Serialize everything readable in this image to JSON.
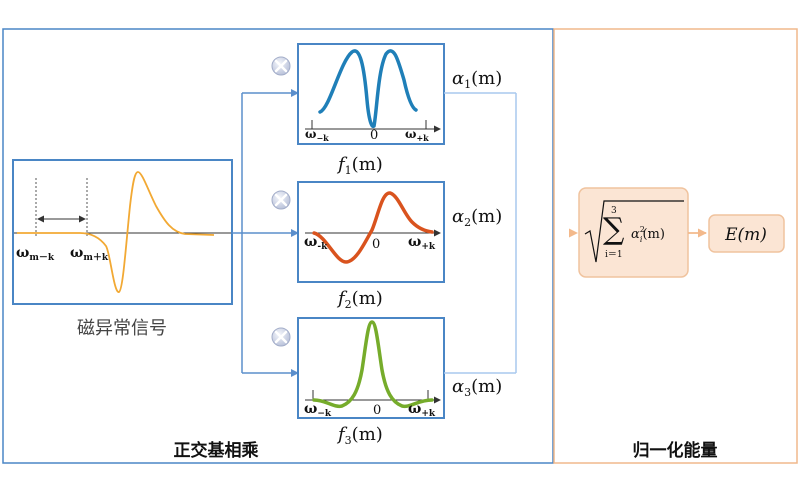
{
  "sections": {
    "left_title": "正交基相乘",
    "right_title": "归一化能量"
  },
  "input": {
    "caption": "磁异常信号",
    "omega": "ω",
    "sub_minus": "m－k",
    "sub_plus": "m＋k"
  },
  "basis": [
    {
      "func": "f",
      "index": "1",
      "arg": "(m)",
      "coef": "α",
      "axis_minus": "−k",
      "axis_zero": "0",
      "axis_plus": "+k",
      "color": "#1f7fb8"
    },
    {
      "func": "f",
      "index": "2",
      "arg": "(m)",
      "coef": "α",
      "axis_minus": "-k",
      "axis_zero": "0",
      "axis_plus": "+k",
      "color": "#d9531e"
    },
    {
      "func": "f",
      "index": "3",
      "arg": "(m)",
      "coef": "α",
      "axis_minus": "−k",
      "axis_zero": "0",
      "axis_plus": "+k",
      "color": "#76ac2b"
    }
  ],
  "formula": {
    "sum_top": "3",
    "sum_bottom": "i＝1",
    "term": "α",
    "term_sub": "i",
    "term_sup": "2",
    "term_arg": "(m)"
  },
  "output": {
    "label": "E(m)"
  },
  "colors": {
    "left_border": "#4a86c5",
    "right_border": "#f0b88c",
    "arrow": "#5b8fcc",
    "input_curve": "#f2a934",
    "box_fill": "#fbe5d4",
    "box_stroke": "#f0c39e"
  }
}
